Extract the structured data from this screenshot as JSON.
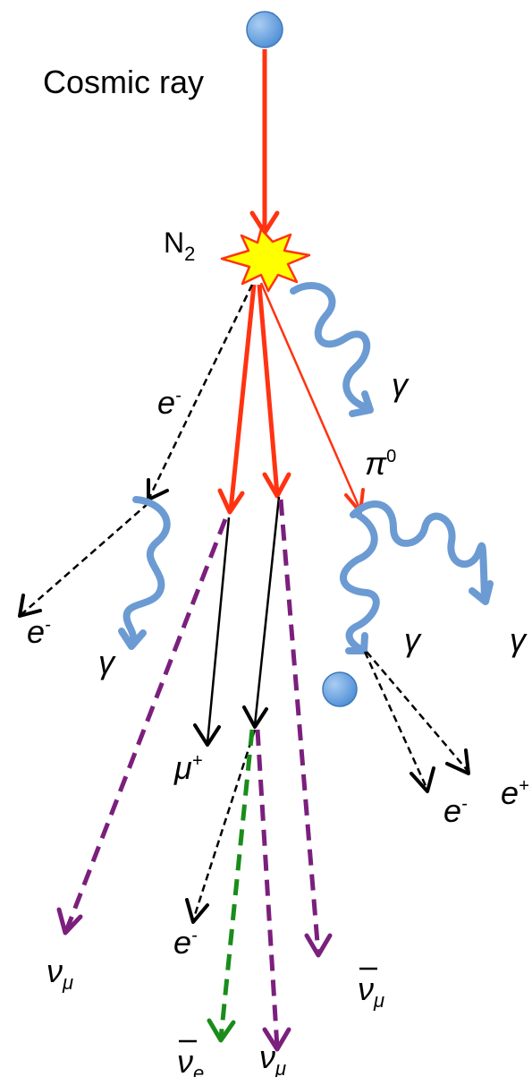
{
  "title": "Cosmic ray",
  "target": {
    "symbol": "N",
    "subscript": "2"
  },
  "labels": {
    "photon": "γ",
    "pi0": {
      "base": "π",
      "sup": "0"
    },
    "electron": {
      "base": "e",
      "sup": "-"
    },
    "positron": {
      "base": "e",
      "sup": "+"
    },
    "muon_plus": {
      "base": "μ",
      "sup": "+"
    },
    "nu_mu": {
      "base": "ν",
      "sub": "μ"
    },
    "nu_mu_bar": {
      "base": "ν",
      "sub": "μ"
    },
    "nu_e_bar": {
      "base": "ν",
      "sub": "e"
    }
  },
  "colors": {
    "primary": "#ff3311",
    "photon": "#6b9bd2",
    "electron": "#000000",
    "muon_neutrino": "#7b1f7d",
    "electron_neutrino": "#1a8c1a",
    "particle": "#5b9bd5",
    "star_fill": "#ffff00",
    "star_stroke": "#ff3311"
  }
}
